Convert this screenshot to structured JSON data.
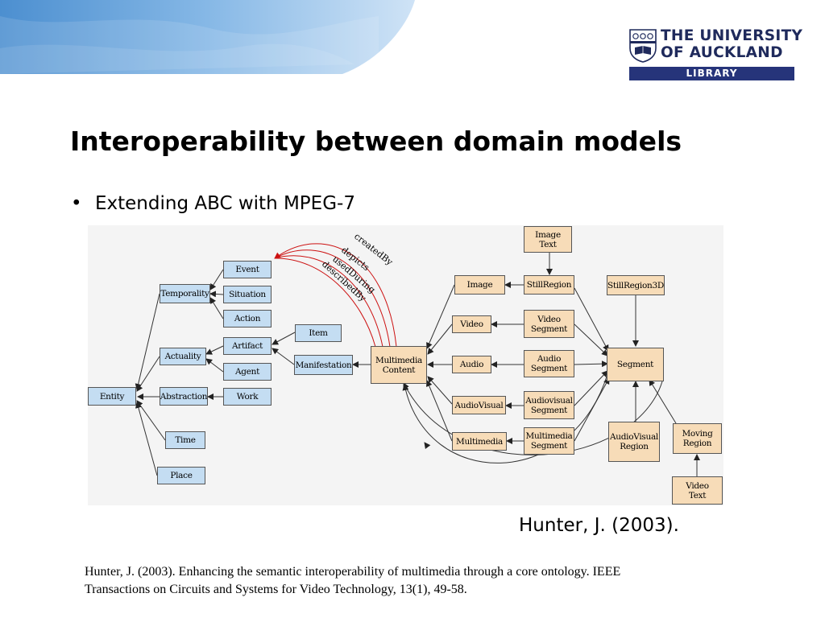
{
  "header": {
    "logo": {
      "line1": "THE UNIVERSITY",
      "line2": "OF AUCKLAND",
      "bar": "LIBRARY"
    }
  },
  "slide": {
    "title": "Interoperability between domain models",
    "bullet": "Extending ABC with MPEG-7",
    "citation_short": "Hunter, J. (2003).",
    "reference_line1": "Hunter, J. (2003). Enhancing the semantic interoperability of multimedia through a core ontology. IEEE",
    "reference_line2": "Transactions on  Circuits and Systems for Video Technology, 13(1), 49-58."
  },
  "diagram": {
    "nodes": {
      "entity": "Entity",
      "temporality": "Temporality",
      "actuality": "Actuality",
      "abstraction": "Abstraction",
      "time": "Time",
      "place": "Place",
      "event": "Event",
      "situation": "Situation",
      "action": "Action",
      "artifact": "Artifact",
      "agent": "Agent",
      "work": "Work",
      "item": "Item",
      "manifestation": "Manifestation",
      "multimedia_content_1": "Multimedia",
      "multimedia_content_2": "Content",
      "image": "Image",
      "video": "Video",
      "audio": "Audio",
      "audiovisual": "AudioVisual",
      "multimedia": "Multimedia",
      "image_text_1": "Image",
      "image_text_2": "Text",
      "still_region": "StillRegion",
      "video_segment_1": "Video",
      "video_segment_2": "Segment",
      "audio_segment_1": "Audio",
      "audio_segment_2": "Segment",
      "audiovisual_segment_1": "Audiovisual",
      "audiovisual_segment_2": "Segment",
      "multimedia_segment_1": "Multimedia",
      "multimedia_segment_2": "Segment",
      "still_region_3d": "StillRegion3D",
      "segment": "Segment",
      "audiovisual_region_1": "AudioVisual",
      "audiovisual_region_2": "Region",
      "moving_region_1": "Moving",
      "moving_region_2": "Region",
      "video_text_1": "Video",
      "video_text_2": "Text"
    },
    "edge_labels": {
      "created_by": "createdBy",
      "depicts": "depicts",
      "used_during": "usedDuring",
      "described_by": "describedBy"
    },
    "colors": {
      "abc_node": "#c4ddf2",
      "mpeg7_node": "#f7dcb8",
      "arc": "#cc1111"
    }
  }
}
